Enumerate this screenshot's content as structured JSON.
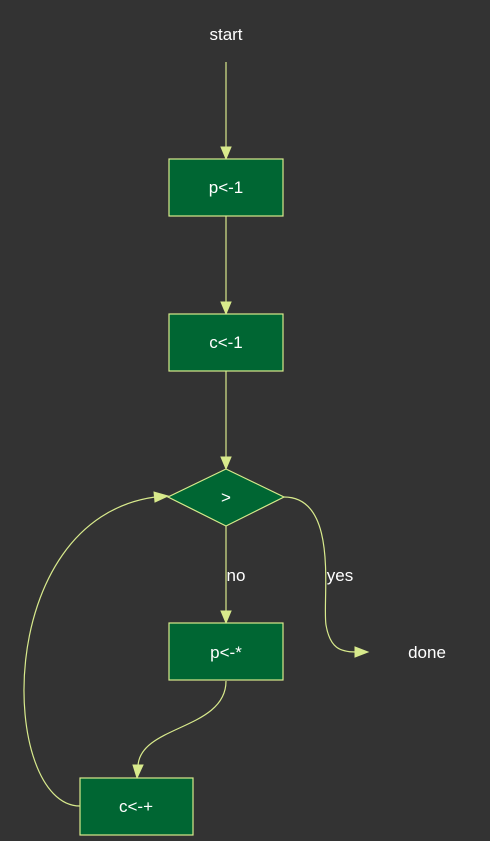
{
  "colors": {
    "background": "#333333",
    "node_fill": "#006633",
    "edge_stroke": "#d8ea8c",
    "text": "#ffffff"
  },
  "nodes": {
    "start": "start",
    "p_init": "p<-1",
    "c_init": "c<-1",
    "compare": ">",
    "p_mult": "p<-*",
    "c_incr": "c<-+",
    "done": "done"
  },
  "edges": {
    "no_label": "no",
    "yes_label": "yes"
  }
}
